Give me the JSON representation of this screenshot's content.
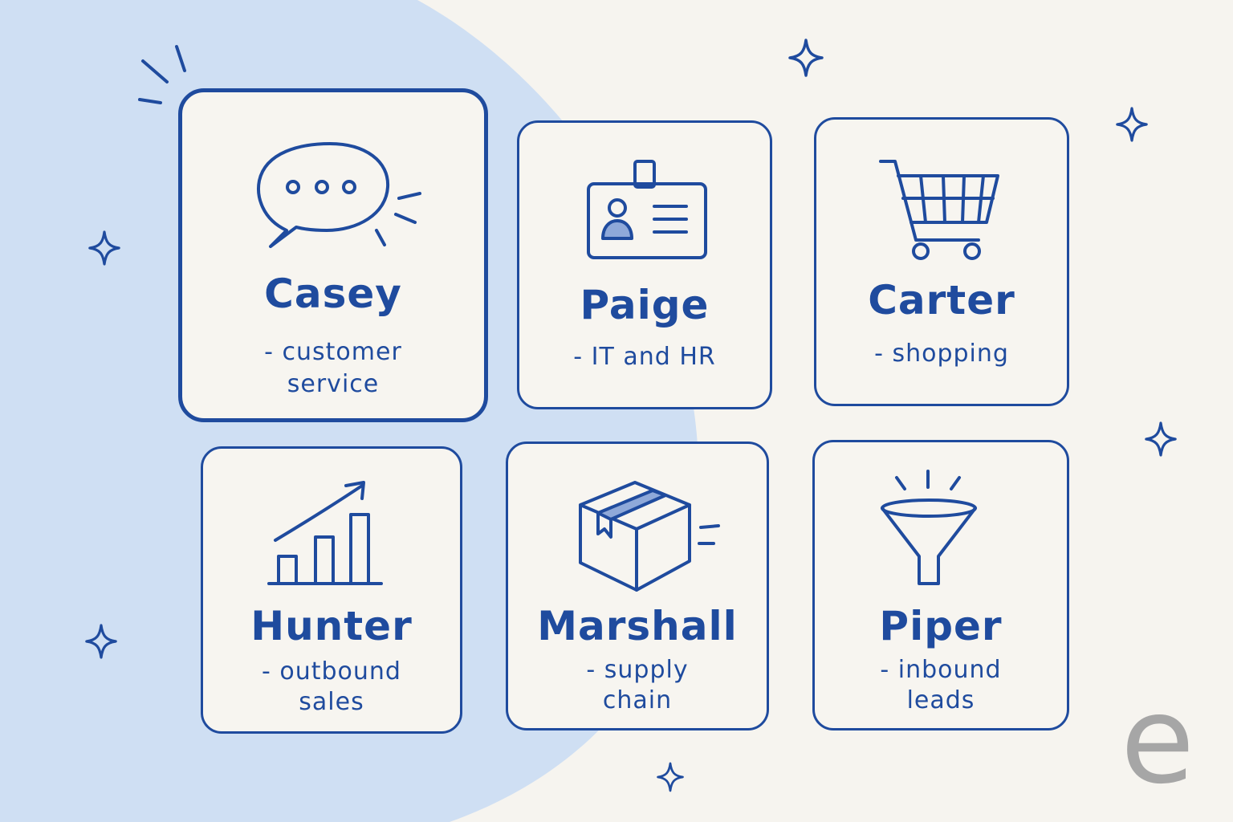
{
  "colors": {
    "ink": "#1f4b9e",
    "accent_fill": "#8fa9d9",
    "background": "#f6f4ef",
    "blob": "#cfdff3",
    "logo": "#a6a6a6"
  },
  "logo": {
    "letter": "e"
  },
  "agents": [
    {
      "name": "Casey",
      "role_lines": [
        "- customer",
        "service"
      ],
      "icon": "speech-bubble-icon"
    },
    {
      "name": "Paige",
      "role_lines": [
        "- IT and HR"
      ],
      "icon": "id-badge-icon"
    },
    {
      "name": "Carter",
      "role_lines": [
        "- shopping"
      ],
      "icon": "shopping-cart-icon"
    },
    {
      "name": "Hunter",
      "role_lines": [
        "- outbound",
        "sales"
      ],
      "icon": "growth-chart-icon"
    },
    {
      "name": "Marshall",
      "role_lines": [
        "- supply",
        "chain"
      ],
      "icon": "package-box-icon"
    },
    {
      "name": "Piper",
      "role_lines": [
        "- inbound",
        "leads"
      ],
      "icon": "funnel-icon"
    }
  ]
}
